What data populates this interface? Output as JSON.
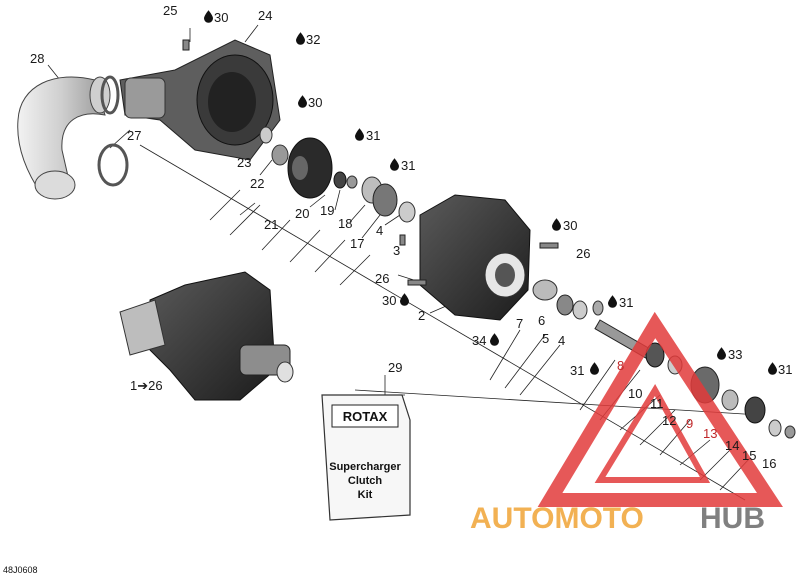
{
  "labels": {
    "l25": "25",
    "l24": "24",
    "l28": "28",
    "l27": "27",
    "l23": "23",
    "l22": "22",
    "l21": "21",
    "l20": "20",
    "l19": "19",
    "l18": "18",
    "l17": "17",
    "l4a": "4",
    "l3": "3",
    "l26a": "26",
    "l26b": "26",
    "l2": "2",
    "l34": "34",
    "l7": "7",
    "l6": "6",
    "l5": "5",
    "l4b": "4",
    "l29": "29",
    "l31c": "31",
    "l8": "8",
    "l10": "10",
    "l11": "11",
    "l12": "12",
    "l9": "9",
    "l13": "13",
    "l14": "14",
    "l15": "15",
    "l16": "16",
    "l1to26": "1➔26"
  },
  "oil_refs": {
    "o30a": "30",
    "o32": "32",
    "o30b": "30",
    "o31a": "31",
    "o31b": "31",
    "o30c": "30",
    "o30d": "30",
    "o31d": "31",
    "o33": "33",
    "o31e": "31"
  },
  "kit_box": {
    "brand": "ROTAX",
    "line1": "Supercharger",
    "line2": "Clutch",
    "line3": "Kit"
  },
  "diagram_code": "48J0608",
  "watermark": {
    "part1": "AUTOMOTO",
    "part2": "HUB"
  },
  "colors": {
    "part_dark": "#2b2b2b",
    "part_mid": "#7a7a7a",
    "part_light": "#d9d9d9",
    "label_red": "#c0282a",
    "watermark_red": "#e23b3b",
    "watermark_orange": "#f0a436",
    "watermark_grey": "#6b6b6b"
  },
  "icons": {
    "oil_drop": "oil-drop-icon",
    "arrow": "arrow-right-icon"
  }
}
